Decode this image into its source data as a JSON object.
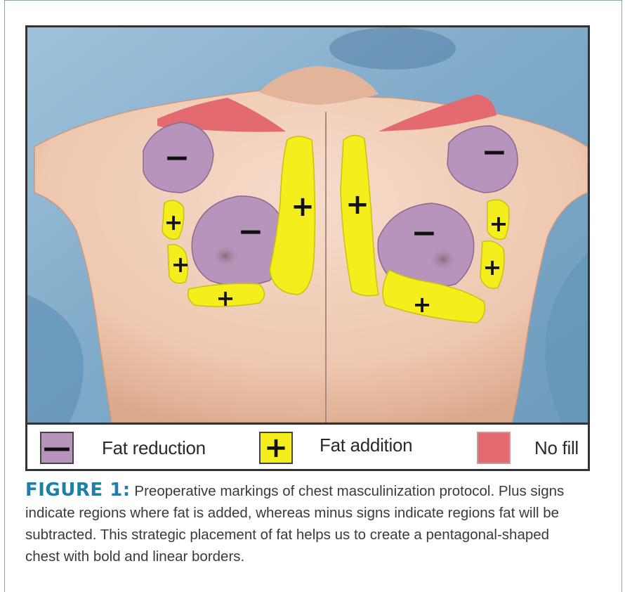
{
  "legend": {
    "reduction_sign": "—",
    "reduction_label": "Fat reduction",
    "addition_sign": "+",
    "addition_label": "Fat addition",
    "nofill_label": "No fill"
  },
  "markings": {
    "minus": "−",
    "plus": "+"
  },
  "caption": {
    "label": "FIGURE 1:",
    "text": " Preoperative markings of chest masculinization protocol. Plus signs indicate regions where fat is added, whereas minus signs indicate regions fat will be subtracted. This strategic placement of fat helps us to create a pentagonal-shaped chest with bold and linear borders."
  },
  "colors": {
    "fat_reduction": "#b694bc",
    "fat_addition": "#f3ee1c",
    "no_fill": "#e26a70",
    "caption_label": "#1f7fa6"
  }
}
